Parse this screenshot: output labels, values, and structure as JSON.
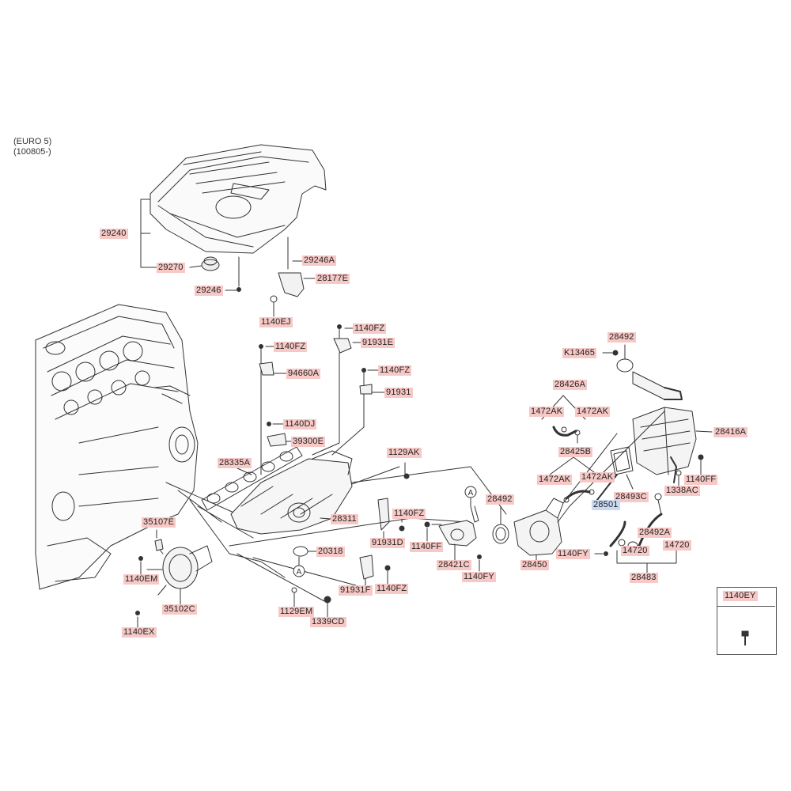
{
  "header": {
    "line1": "(EURO 5)",
    "line2": "(100805-)"
  },
  "part_labels": [
    {
      "id": "29240",
      "text": "29240"
    },
    {
      "id": "29270",
      "text": "29270"
    },
    {
      "id": "29246",
      "text": "29246"
    },
    {
      "id": "29246A",
      "text": "29246A"
    },
    {
      "id": "28177E",
      "text": "28177E"
    },
    {
      "id": "1140EJ",
      "text": "1140EJ"
    },
    {
      "id": "1140FZ_a",
      "text": "1140FZ"
    },
    {
      "id": "91931E",
      "text": "91931E"
    },
    {
      "id": "1140FZ_b",
      "text": "1140FZ"
    },
    {
      "id": "1140FZ_c",
      "text": "1140FZ"
    },
    {
      "id": "94660A",
      "text": "94660A"
    },
    {
      "id": "91931",
      "text": "91931"
    },
    {
      "id": "1140DJ",
      "text": "1140DJ"
    },
    {
      "id": "39300E",
      "text": "39300E"
    },
    {
      "id": "28335A",
      "text": "28335A"
    },
    {
      "id": "1129AK",
      "text": "1129AK"
    },
    {
      "id": "28311",
      "text": "28311"
    },
    {
      "id": "35107E",
      "text": "35107E"
    },
    {
      "id": "1140FZ_d",
      "text": "1140FZ"
    },
    {
      "id": "20318",
      "text": "20318"
    },
    {
      "id": "91931D",
      "text": "91931D"
    },
    {
      "id": "1140FF_a",
      "text": "1140FF"
    },
    {
      "id": "1140EM",
      "text": "1140EM"
    },
    {
      "id": "35102C",
      "text": "35102C"
    },
    {
      "id": "91931F",
      "text": "91931F"
    },
    {
      "id": "1140FZ_e",
      "text": "1140FZ"
    },
    {
      "id": "1129EM",
      "text": "1129EM"
    },
    {
      "id": "1339CD",
      "text": "1339CD"
    },
    {
      "id": "1140EX",
      "text": "1140EX"
    },
    {
      "id": "28492_a",
      "text": "28492"
    },
    {
      "id": "28421C",
      "text": "28421C"
    },
    {
      "id": "1140FY_a",
      "text": "1140FY"
    },
    {
      "id": "28450",
      "text": "28450"
    },
    {
      "id": "28492_b",
      "text": "28492"
    },
    {
      "id": "K13465",
      "text": "K13465"
    },
    {
      "id": "28426A",
      "text": "28426A"
    },
    {
      "id": "1472AK_a",
      "text": "1472AK"
    },
    {
      "id": "1472AK_b",
      "text": "1472AK"
    },
    {
      "id": "28416A",
      "text": "28416A"
    },
    {
      "id": "28425B",
      "text": "28425B"
    },
    {
      "id": "1472AK_c",
      "text": "1472AK"
    },
    {
      "id": "1472AK_d",
      "text": "1472AK"
    },
    {
      "id": "1140FF_b",
      "text": "1140FF"
    },
    {
      "id": "1338AC",
      "text": "1338AC"
    },
    {
      "id": "28493C",
      "text": "28493C"
    },
    {
      "id": "28501",
      "text": "28501"
    },
    {
      "id": "28492A",
      "text": "28492A"
    },
    {
      "id": "14720_a",
      "text": "14720"
    },
    {
      "id": "14720_b",
      "text": "14720"
    },
    {
      "id": "1140FY_b",
      "text": "1140FY"
    },
    {
      "id": "28483",
      "text": "28483"
    }
  ],
  "callouts": {
    "a_top": "A",
    "a_bottom": "A"
  },
  "inset": {
    "label": "1140EY"
  }
}
